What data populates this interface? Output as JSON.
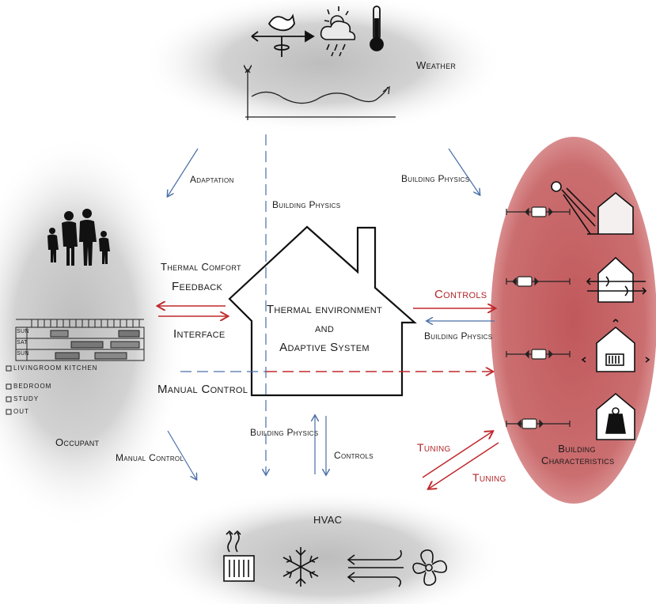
{
  "nodes": {
    "weather": "Weather",
    "occupant": "Occupant",
    "hvac": "HVAC",
    "building_characteristics_1": "Building",
    "building_characteristics_2": "Characteristics"
  },
  "house": {
    "line1": "Thermal environment",
    "line2": "and",
    "line3": "Adaptive System"
  },
  "links": {
    "adaptation": "Adaptation",
    "building_physics_top_right": "Building Physics",
    "building_physics_center": "Building Physics",
    "thermal_comfort": "Thermal Comfort",
    "feedback": "Feedback",
    "interface": "Interface",
    "controls_red": "Controls",
    "building_physics_right": "Building Physics",
    "manual_control_mid": "Manual Control",
    "manual_control_bottom": "Manual Control",
    "building_physics_bottom": "Building Physics",
    "controls_bottom": "Controls",
    "tuning_1": "Tuning",
    "tuning_2": "Tuning"
  },
  "schedule": {
    "days": [
      "SUN",
      "SAT",
      "SUN"
    ],
    "legend": [
      "LIVINGROOM KITCHEN",
      "BEDROOM",
      "STUDY",
      "OUT"
    ]
  },
  "colors": {
    "building_ellipse": "#c8686a",
    "gray_ellipse": "#c9c9c9",
    "red_arrow": "#c0282c",
    "blue_arrow": "#4a6fa8"
  }
}
